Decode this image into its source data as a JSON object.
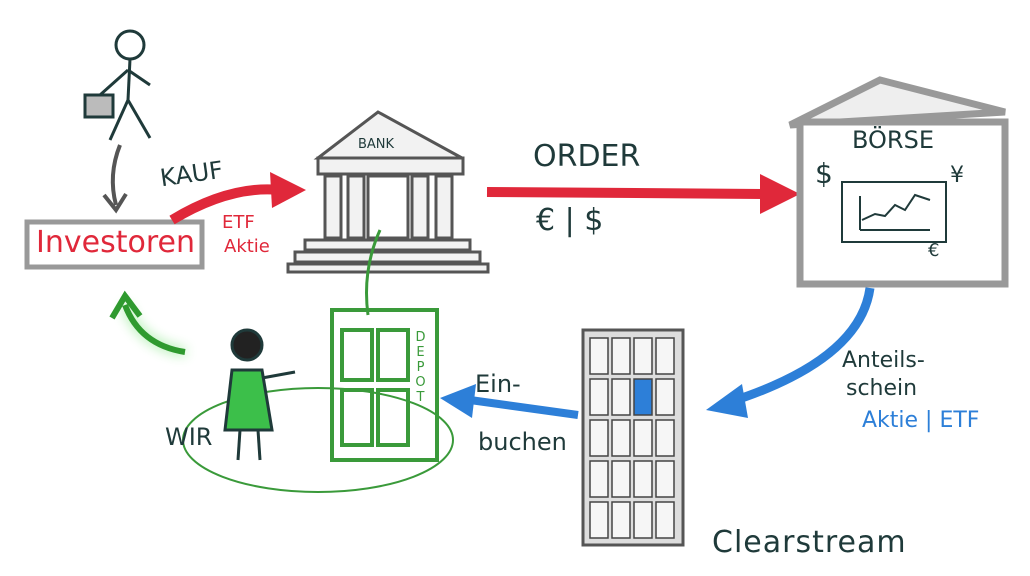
{
  "colors": {
    "red": "#e0283a",
    "blue": "#2d7fd8",
    "green": "#3a9a3a",
    "dark": "#1f3a3a",
    "gray": "#9a9a9a"
  },
  "labels": {
    "investoren": "Investoren",
    "kauf": "KAUF",
    "etf": "ETF",
    "aktie": "Aktie",
    "bank": "BANK",
    "order": "ORDER",
    "currency": "€ | $",
    "boerse": "BÖRSE",
    "dollar": "$",
    "yen": "¥",
    "euro": "€",
    "anteils": "Anteils-",
    "schein": "schein",
    "aktie_etf": "Aktie | ETF",
    "ein": "Ein-",
    "buchen": "buchen",
    "depot": "DEPOT",
    "wir": "WIR",
    "clearstream": "Clearstream"
  }
}
